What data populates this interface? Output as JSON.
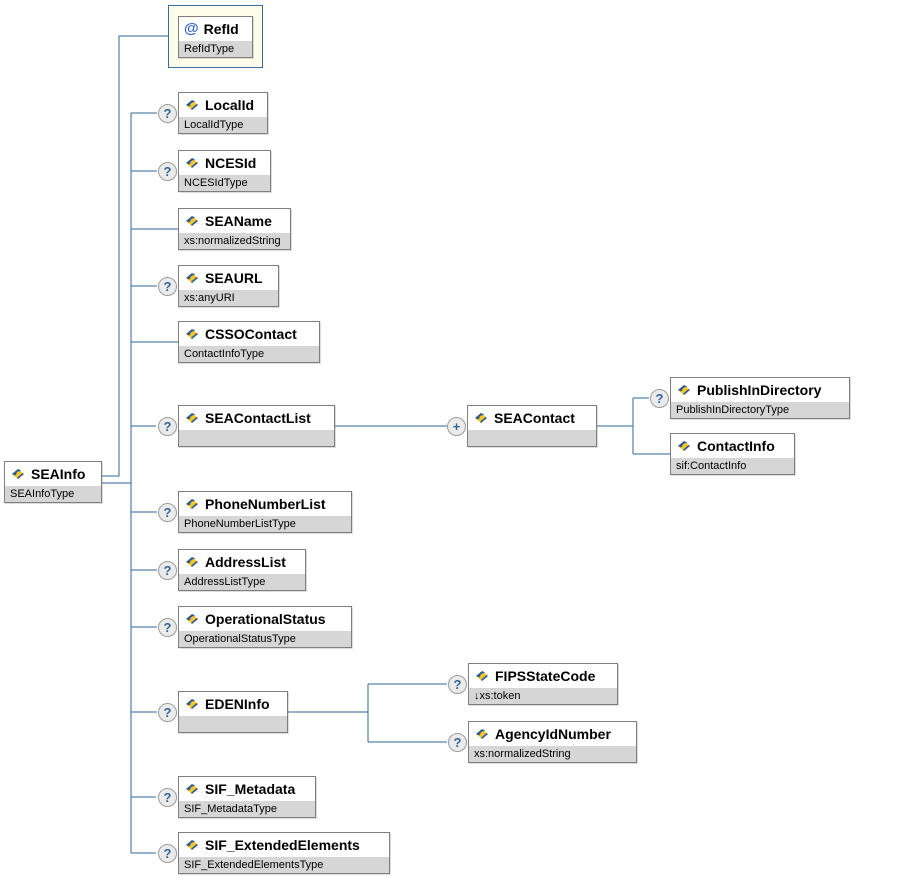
{
  "diagram": {
    "kind": "xml-schema-content-model",
    "icons": {
      "optional_glyph": "?",
      "repeat_glyph": "+",
      "attribute_glyph": "@"
    },
    "colors": {
      "connector": "#336699",
      "box_border": "#7e7e7e",
      "type_strip": "#d6d6d6",
      "attribute_bg": "#fffde9",
      "attribute_border": "#3e6c9e",
      "icon_yellow": "#ffc726",
      "icon_blue": "#2b5c96",
      "badge_text": "#336699"
    },
    "nodes": [
      {
        "id": "SEAInfo",
        "label": "SEAInfo",
        "type": "SEAInfoType",
        "variant": "root",
        "occ": null
      },
      {
        "id": "RefId",
        "label": "RefId",
        "type": "RefIdType",
        "variant": "attribute",
        "occ": null
      },
      {
        "id": "LocalId",
        "label": "LocalId",
        "type": "LocalIdType",
        "variant": "element",
        "occ": "optional"
      },
      {
        "id": "NCESId",
        "label": "NCESId",
        "type": "NCESIdType",
        "variant": "element",
        "occ": "optional"
      },
      {
        "id": "SEAName",
        "label": "SEAName",
        "type": "xs:normalizedString",
        "variant": "element",
        "occ": null
      },
      {
        "id": "SEAURL",
        "label": "SEAURL",
        "type": "xs:anyURI",
        "variant": "element",
        "occ": "optional"
      },
      {
        "id": "CSSOContact",
        "label": "CSSOContact",
        "type": "ContactInfoType",
        "variant": "element",
        "occ": null
      },
      {
        "id": "SEAContactList",
        "label": "SEAContactList",
        "type": "",
        "variant": "element",
        "occ": "optional"
      },
      {
        "id": "SEAContact",
        "label": "SEAContact",
        "type": "",
        "variant": "element",
        "occ": "repeat"
      },
      {
        "id": "PublishInDirectory",
        "label": "PublishInDirectory",
        "type": "PublishInDirectoryType",
        "variant": "element",
        "occ": "optional"
      },
      {
        "id": "ContactInfo",
        "label": "ContactInfo",
        "type": "sif:ContactInfo",
        "variant": "element",
        "occ": null
      },
      {
        "id": "PhoneNumberList",
        "label": "PhoneNumberList",
        "type": "PhoneNumberListType",
        "variant": "element",
        "occ": "optional"
      },
      {
        "id": "AddressList",
        "label": "AddressList",
        "type": "AddressListType",
        "variant": "element",
        "occ": "optional"
      },
      {
        "id": "OperationalStatus",
        "label": "OperationalStatus",
        "type": "OperationalStatusType",
        "variant": "element",
        "occ": "optional"
      },
      {
        "id": "EDENInfo",
        "label": "EDENInfo",
        "type": "",
        "variant": "element",
        "occ": "optional"
      },
      {
        "id": "FIPSStateCode",
        "label": "FIPSStateCode",
        "type": "↓xs:token",
        "variant": "element",
        "occ": "optional"
      },
      {
        "id": "AgencyIdNumber",
        "label": "AgencyIdNumber",
        "type": "xs:normalizedString",
        "variant": "element",
        "occ": "optional"
      },
      {
        "id": "SIF_Metadata",
        "label": "SIF_Metadata",
        "type": "SIF_MetadataType",
        "variant": "element",
        "occ": "optional"
      },
      {
        "id": "SIF_ExtendedElements",
        "label": "SIF_ExtendedElements",
        "type": "SIF_ExtendedElementsType",
        "variant": "element",
        "occ": "optional"
      }
    ]
  }
}
